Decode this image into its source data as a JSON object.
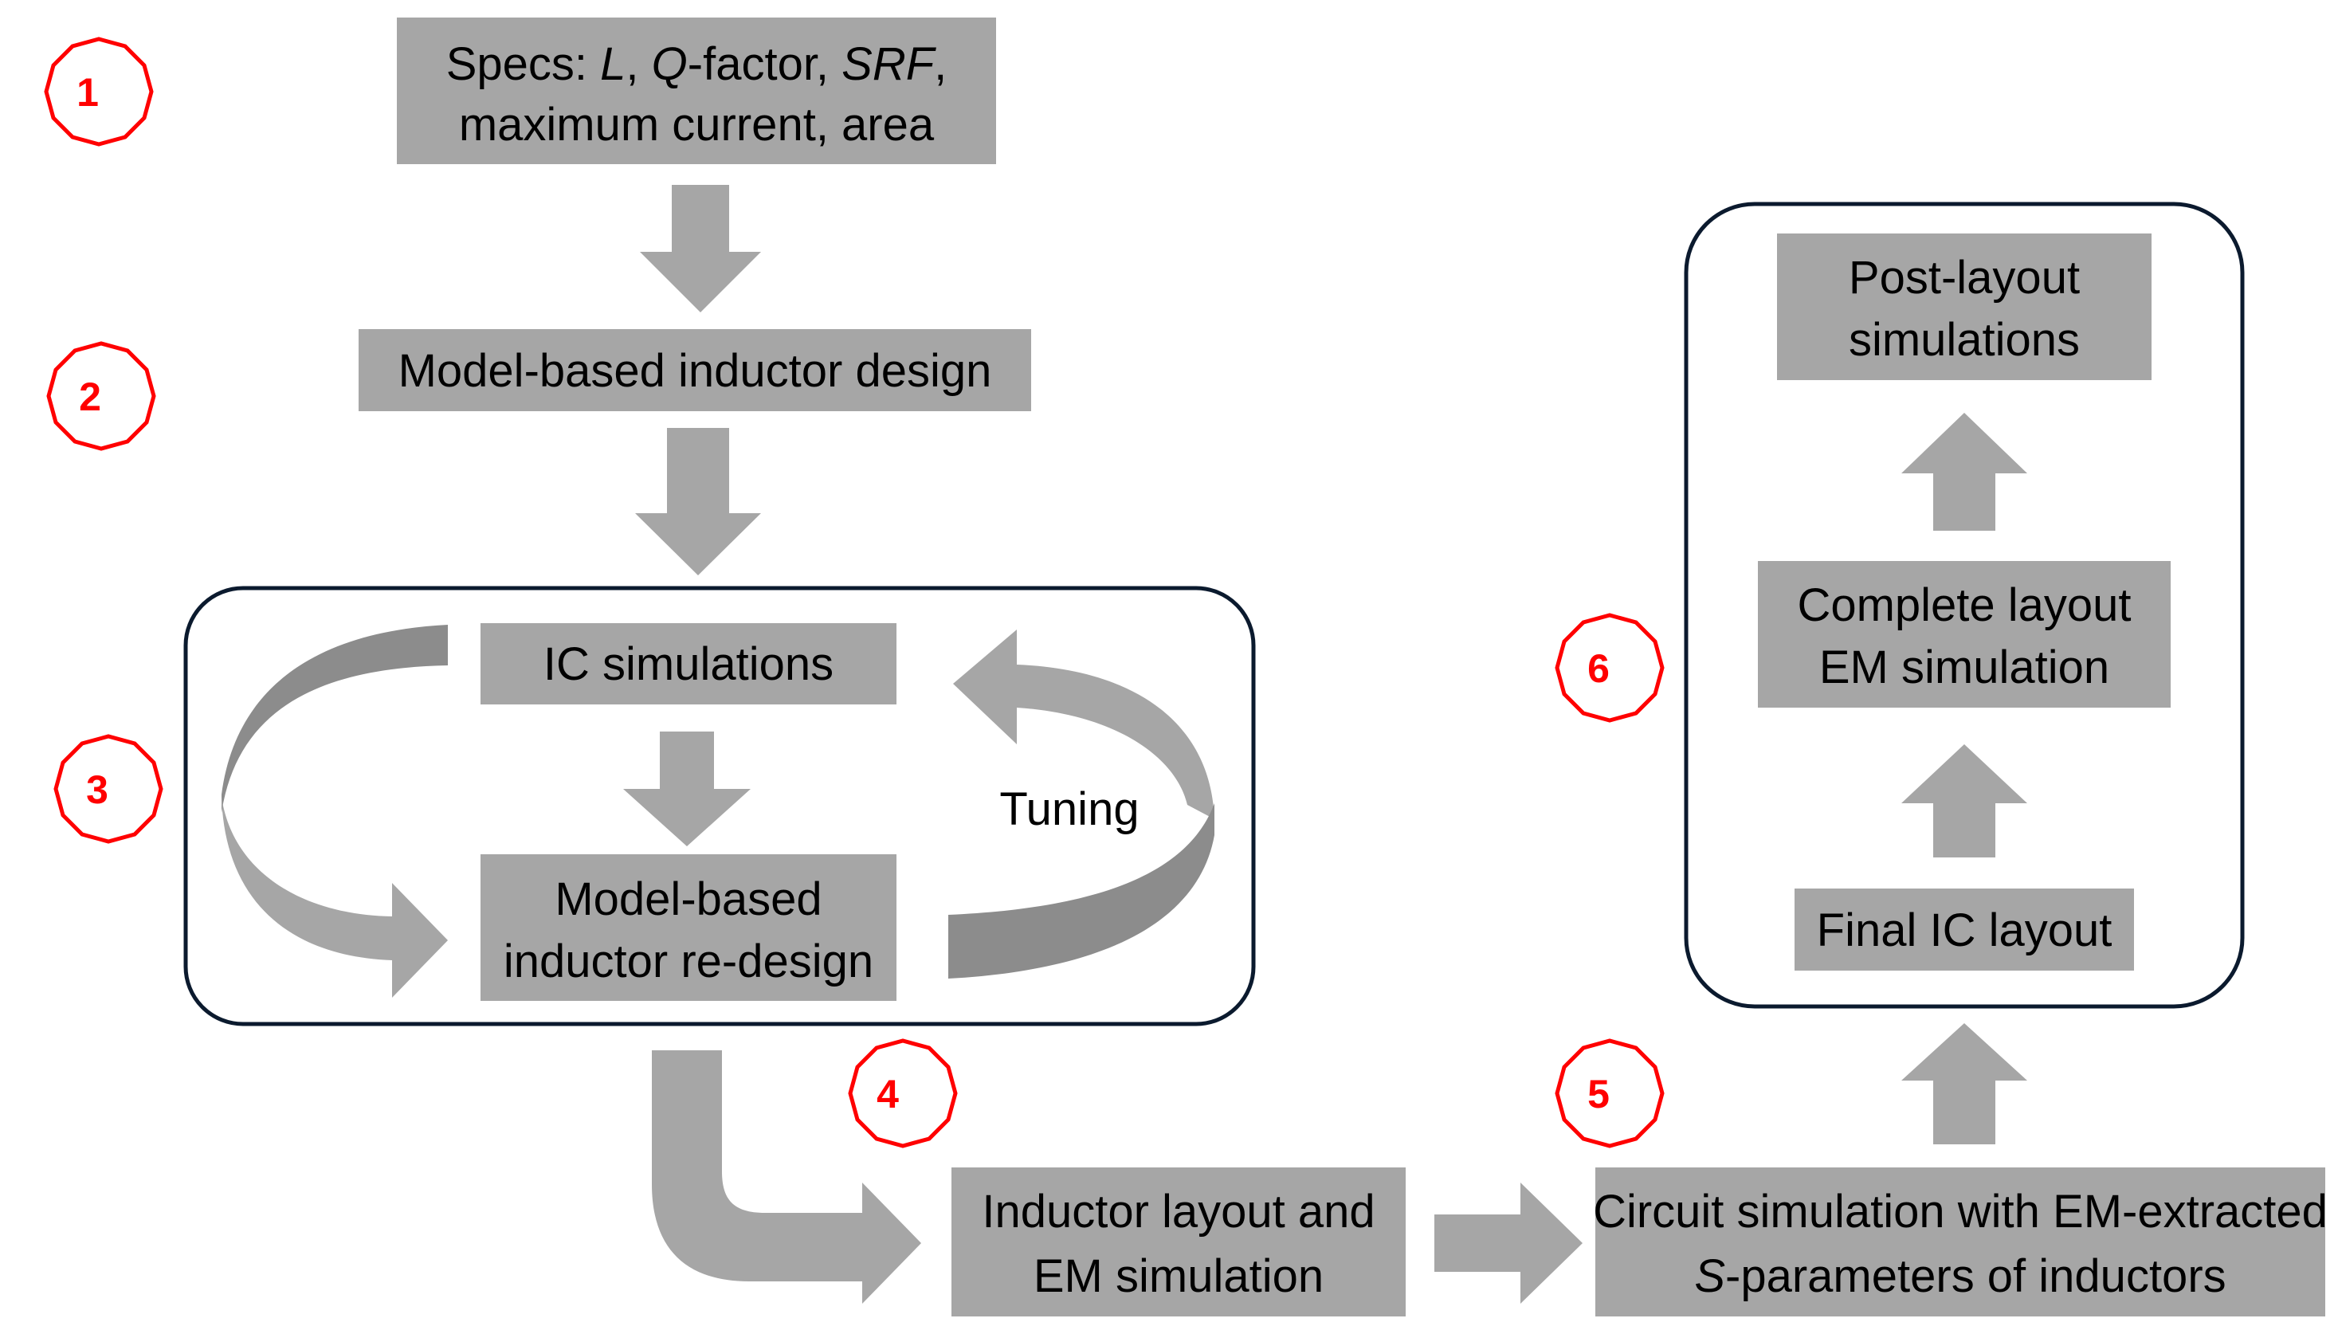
{
  "steps": {
    "s1": "1",
    "s2": "2",
    "s3": "3",
    "s4": "4",
    "s5": "5",
    "s6": "6"
  },
  "boxes": {
    "specs": {
      "line1_prefix": "Specs: ",
      "line1_L": "L",
      "line1_sep1": ", ",
      "line1_Q": "Q",
      "line1_factor": "-factor, ",
      "line1_SRF": "SRF",
      "line1_end": ",",
      "line2": "maximum current, area"
    },
    "model_design": "Model-based inductor design",
    "ic_sim": "IC simulations",
    "redesign": {
      "line1": "Model-based",
      "line2": "inductor re-design"
    },
    "tuning": "Tuning",
    "layout_em": {
      "line1": "Inductor layout and",
      "line2": "EM simulation"
    },
    "circuit_sim": {
      "line1": "Circuit simulation with EM-extracted",
      "line2_S": "S",
      "line2_rest": "-parameters of inductors"
    },
    "final_layout": "Final IC layout",
    "complete_layout": {
      "line1": "Complete layout",
      "line2": "EM simulation"
    },
    "post_layout": {
      "line1": "Post-layout",
      "line2": "simulations"
    }
  },
  "colors": {
    "box_fill": "#a6a6a6",
    "curved_arrow_dark": "#8c8c8c",
    "badge_stroke": "#ff0000",
    "frame_stroke": "#0b1a2e"
  }
}
